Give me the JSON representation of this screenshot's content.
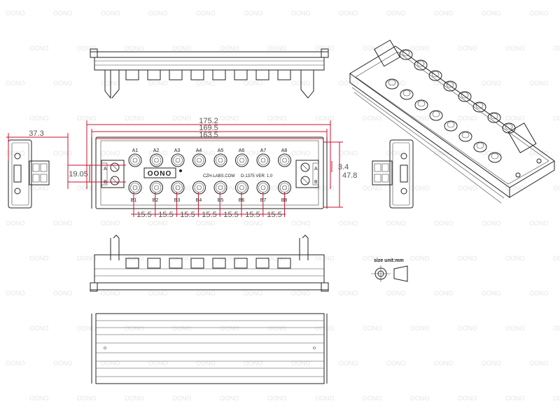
{
  "watermark": "OONO",
  "top_view": {
    "channels_top": [
      "A1",
      "A2",
      "A3",
      "A4",
      "A5",
      "A6",
      "A7",
      "A8"
    ],
    "channels_bottom": [
      "B1",
      "B2",
      "B3",
      "B4",
      "B5",
      "B6",
      "B7",
      "B8"
    ],
    "terminal_left": [
      "A",
      "B"
    ],
    "terminal_right": [
      "A",
      "B"
    ],
    "logo": "OONO",
    "website": "CZH-LABS.COM",
    "model": "D-1375 VER: 1.0"
  },
  "dimensions": {
    "overall_width": "175.2",
    "mount_width": "169.5",
    "body_width": "163.5",
    "side_depth": "37.3",
    "left_height": "19.05",
    "right_height": "47.8",
    "right_small": "3.4",
    "pitch": [
      "15.5",
      "15.5",
      "15.5",
      "15.5",
      "15.5",
      "15.5",
      "15.5"
    ]
  },
  "size_unit_label": "size unit:mm"
}
